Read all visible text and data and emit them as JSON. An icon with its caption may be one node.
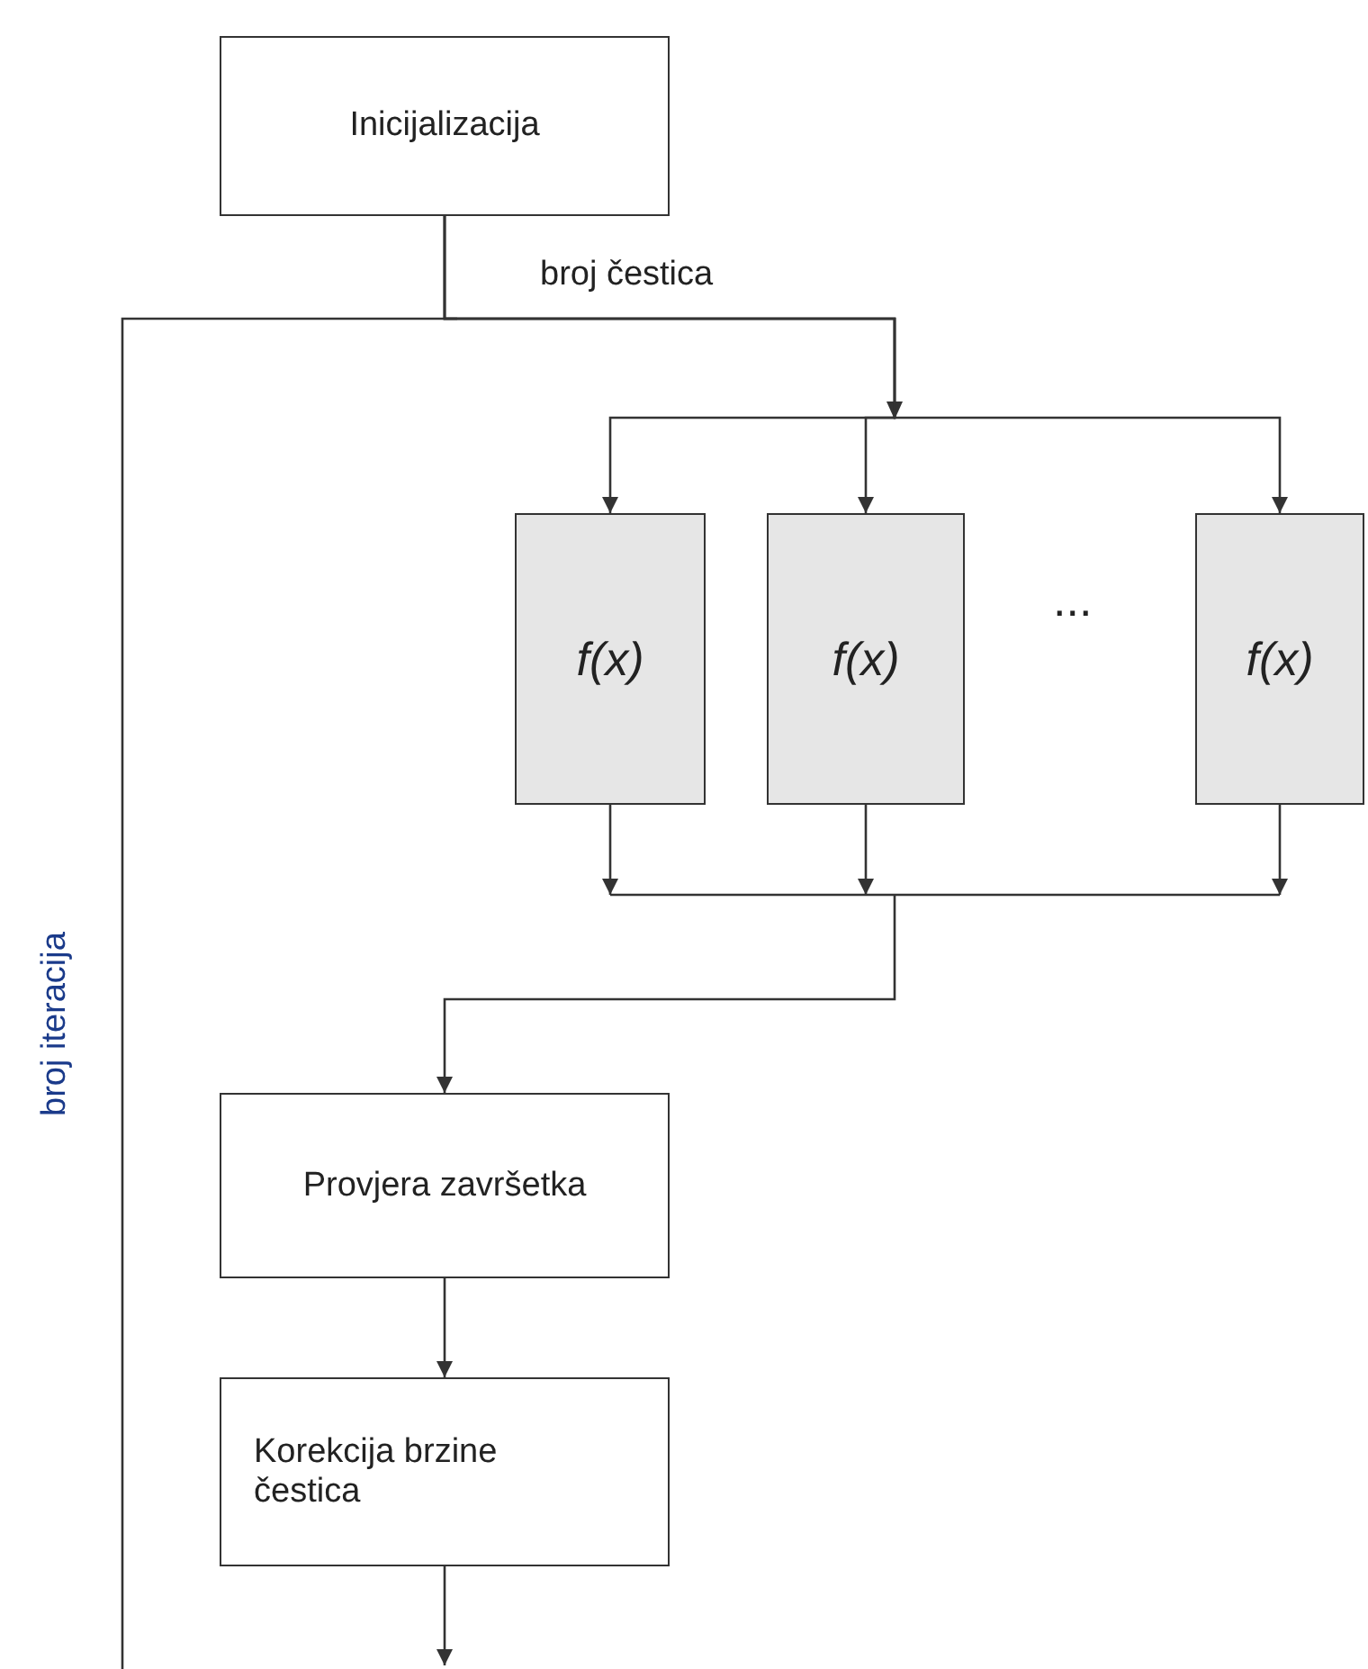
{
  "diagram": {
    "nodes": [
      {
        "text": [
          "Inicijalizacija"
        ]
      },
      {
        "text": [
          "f(x)"
        ]
      },
      {
        "text": [
          "f(x)"
        ]
      },
      {
        "text": [
          "f(x)"
        ]
      },
      {
        "text": [
          "Provjera završetka"
        ]
      },
      {
        "text": [
          "Korekcija brzine čestica"
        ]
      }
    ],
    "edges": [
      {
        "from": 0,
        "to": 1,
        "arrow": "to",
        "label": "broj čestica"
      },
      {
        "from": 0,
        "to": 2,
        "arrow": "to"
      },
      {
        "from": 0,
        "to": 3,
        "arrow": "to"
      },
      {
        "from": 1,
        "to": 4,
        "arrow": "to"
      },
      {
        "from": 2,
        "to": 4,
        "arrow": "to"
      },
      {
        "from": 3,
        "to": 4,
        "arrow": "to"
      },
      {
        "from": 4,
        "to": 5,
        "arrow": "to"
      },
      {
        "from": 5,
        "to": null,
        "arrow": "to"
      }
    ],
    "labels": [
      "...",
      "broj iteracija"
    ]
  }
}
